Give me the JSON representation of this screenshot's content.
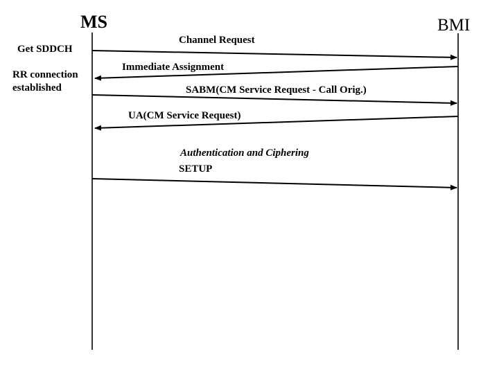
{
  "diagram": {
    "type": "sequence-diagram",
    "colors": {
      "background": "#ffffff",
      "line": "#000000",
      "text": "#000000"
    },
    "actors": [
      {
        "name": "MS"
      },
      {
        "name": "BMI"
      }
    ],
    "notes": [
      {
        "text": "Get SDDCH",
        "attached_to": "MS"
      },
      {
        "text": "RR connection established",
        "attached_to": "MS"
      }
    ],
    "messages": [
      {
        "label": "Channel Request",
        "from": "MS",
        "to": "BMI",
        "direction": "right"
      },
      {
        "label": "Immediate Assignment",
        "from": "BMI",
        "to": "MS",
        "direction": "left"
      },
      {
        "label": "SABM(CM Service Request - Call Orig.)",
        "from": "MS",
        "to": "BMI",
        "direction": "right"
      },
      {
        "label": "UA(CM Service Request)",
        "from": "BMI",
        "to": "MS",
        "direction": "left"
      },
      {
        "label": "Authentication and Ciphering",
        "kind": "phase-note",
        "style": "italic"
      },
      {
        "label": "SETUP",
        "from": "MS",
        "to": "BMI",
        "direction": "right"
      }
    ]
  }
}
